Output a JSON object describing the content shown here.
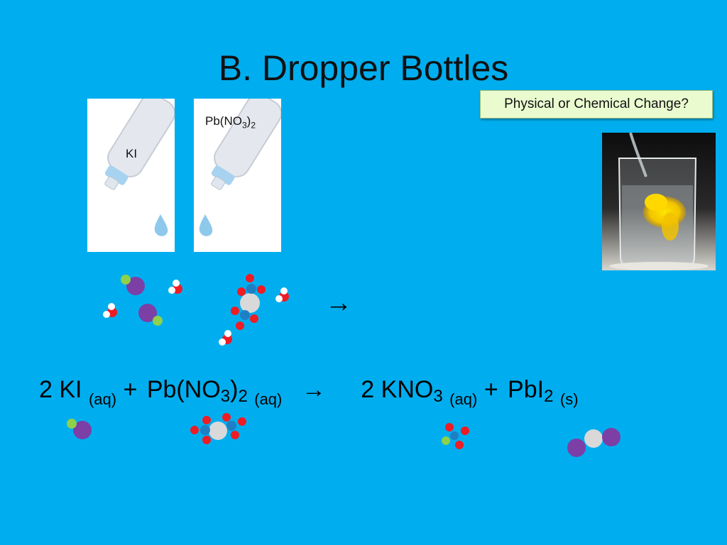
{
  "slide": {
    "title": "B. Dropper Bottles",
    "background_color": "#00aeef"
  },
  "bottles": [
    {
      "label": "KI",
      "icon": "dropper-bottle-icon"
    },
    {
      "label_main": "Pb(NO",
      "label_sub1": "3",
      "label_close": ")",
      "label_sub2": "2",
      "icon": "dropper-bottle-icon"
    }
  ],
  "callout": {
    "text": "Physical or Chemical Change?"
  },
  "photo": {
    "icon": "beaker-yellow-precipitate-icon"
  },
  "reaction_arrow": "→",
  "equation": {
    "ki_coef": "2 KI",
    "ki_state": "(aq)",
    "plus1": "+",
    "pb_main": "Pb(NO",
    "pb_sub3": "3",
    "pb_close": ")",
    "pb_sub2": "2",
    "pb_state": "(aq)",
    "arrow": "→",
    "kno3_main": "2 KNO",
    "kno3_sub": "3",
    "kno3_state": "(aq)",
    "plus2": "+",
    "pbi2_main": "PbI",
    "pbi2_sub": "2",
    "pbi2_state": "(s)"
  },
  "colors": {
    "oxygen": "#ee1c25",
    "hydrogen": "#ffffff",
    "nitrogen": "#1f7fc4",
    "lead": "#d9d9d9",
    "iodine": "#7b3fa6",
    "potassium": "#8ed14a"
  }
}
